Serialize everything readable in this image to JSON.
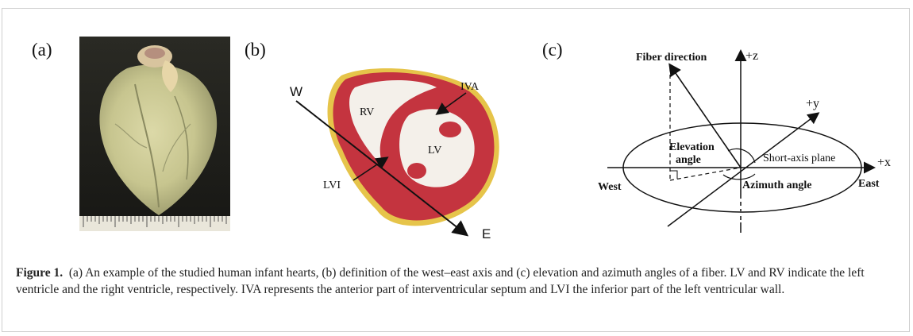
{
  "figure": {
    "panel_labels": {
      "a": "(a)",
      "b": "(b)",
      "c": "(c)"
    },
    "panel_b": {
      "axis_start": "W",
      "axis_end": "E",
      "labels": {
        "rv": "RV",
        "lv": "LV",
        "iva": "IVA",
        "lvi": "LVI"
      }
    },
    "panel_c": {
      "fiber_direction": "Fiber direction",
      "plus_z": "+z",
      "plus_y": "+y",
      "plus_x": "+x",
      "elevation_line1": "Elevation",
      "elevation_line2": "angle",
      "short_axis_plane": "Short-axis plane",
      "west": "West",
      "east": "East",
      "azimuth_angle": "Azimuth angle"
    },
    "caption": {
      "label": "Figure 1.",
      "text": "(a) An example of the studied human infant hearts, (b) definition of the west–east axis and (c) elevation and azimuth angles of a fiber. LV and RV indicate the left ventricle and the right ventricle, respectively. IVA represents the anterior part of interventricular septum and LVI the inferior part of the left ventricular wall."
    }
  }
}
